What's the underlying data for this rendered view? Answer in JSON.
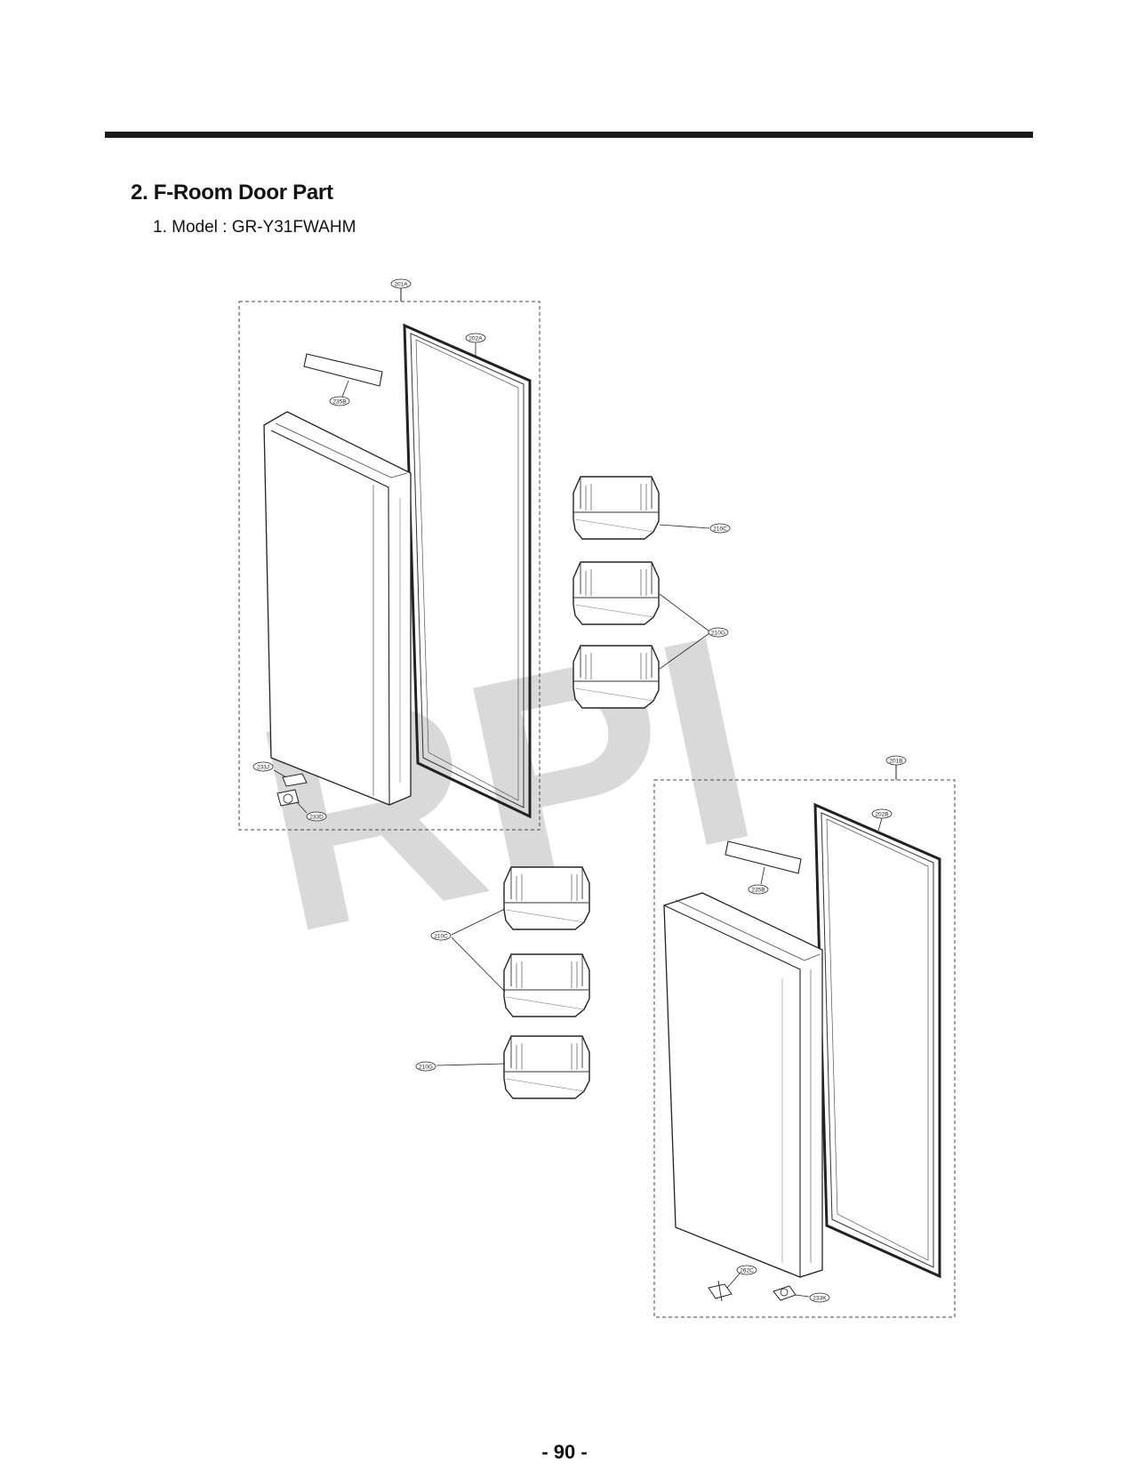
{
  "header": {
    "section_title": "2. F-Room Door Part",
    "model_line": "1. Model : GR-Y31FWAHM"
  },
  "watermark": {
    "text": "RPI"
  },
  "callouts": {
    "c201A": "201A",
    "c202A": "202A",
    "c235B_left": "235B",
    "c210C_right": "210C",
    "c210G_right": "210G",
    "c233J": "233J",
    "c233D": "233D",
    "c201B": "201B",
    "c202B": "202B",
    "c235B_right": "235B",
    "c210C_left": "210C",
    "c210G_left": "210G",
    "c262C": "262C",
    "c233K": "233K"
  },
  "footer": {
    "page_number": "- 90 -"
  },
  "colors": {
    "ink": "#1a1a1a",
    "watermark": "#b9b9b9"
  }
}
